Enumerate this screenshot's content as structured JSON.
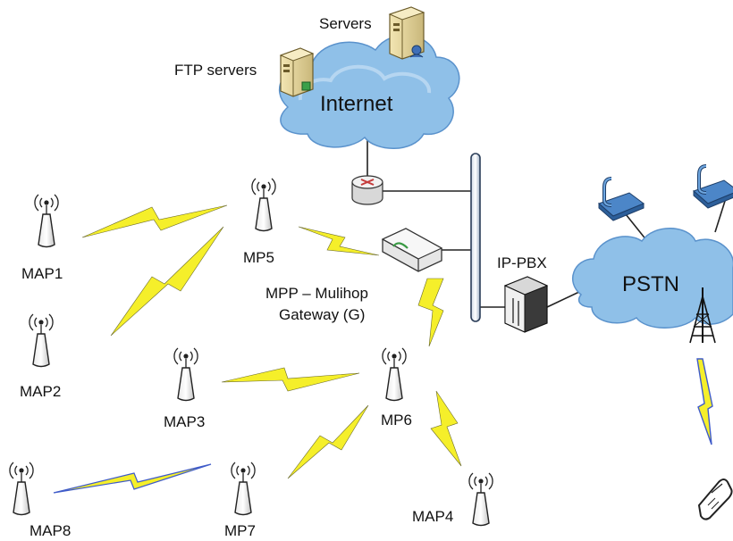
{
  "colors": {
    "cloud_fill": "#8fc0e8",
    "cloud_stroke": "#4a86c5",
    "bolt_fill": "#f5ef2a",
    "bolt_blue": "#6c7fd8",
    "background": "#ffffff"
  },
  "clouds": {
    "internet": "Internet",
    "pstn": "PSTN"
  },
  "servers": {
    "servers_label": "Servers",
    "ftp_label": "FTP servers"
  },
  "gateway": {
    "line1": "MPP – Mulihop",
    "line2": "Gateway (G)"
  },
  "pbx": {
    "label": "IP-PBX"
  },
  "nodes": {
    "map1": "MAP1",
    "map2": "MAP2",
    "map3": "MAP3",
    "map4": "MAP4",
    "map8": "MAP8",
    "mp5": "MP5",
    "mp6": "MP6",
    "mp7": "MP7"
  },
  "icons": [
    "server-icon",
    "ftp-server-icon",
    "router-icon",
    "gateway-device-icon",
    "ip-pbx-icon",
    "telephone-icon",
    "cell-tower-icon",
    "mobile-phone-icon",
    "access-point-icon",
    "wireless-link-icon"
  ]
}
